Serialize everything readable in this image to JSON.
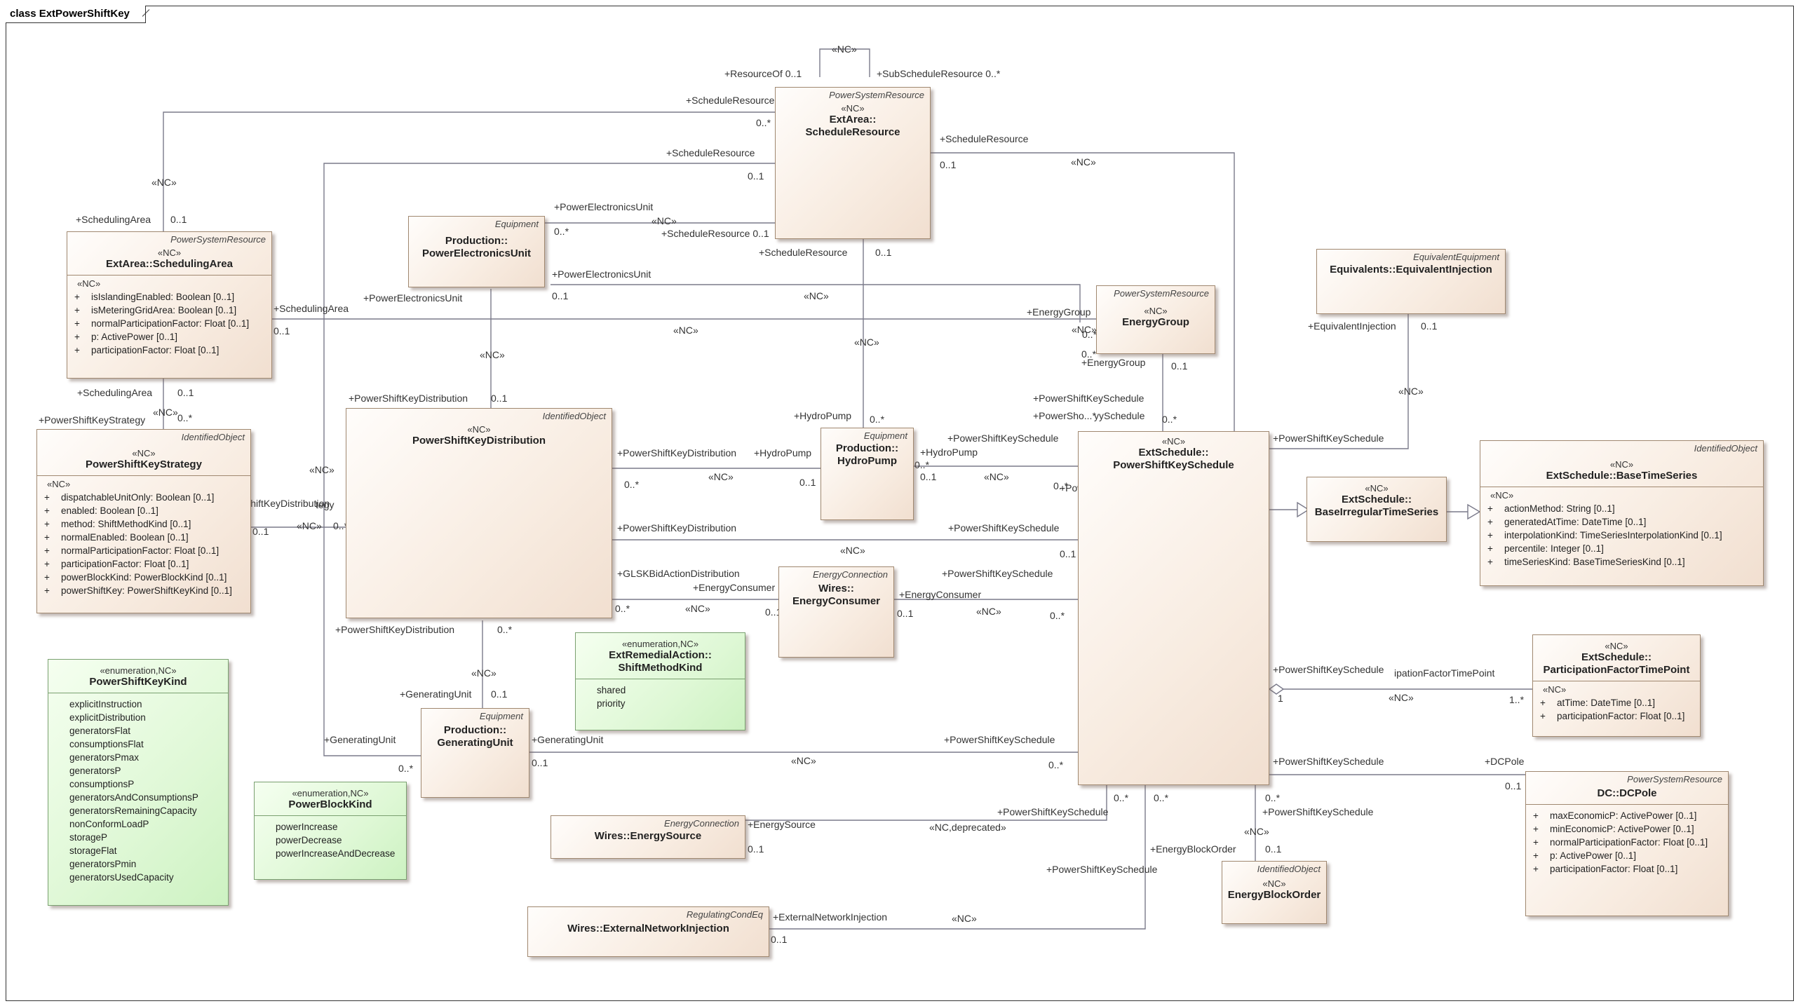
{
  "frame_title": "class ExtPowerShiftKey",
  "classes": {
    "schedule_resource": {
      "stereo_top": "PowerSystemResource",
      "stereo": "«NC»",
      "name1": "ExtArea::",
      "name2": "ScheduleResource"
    },
    "scheduling_area": {
      "stereo_top": "PowerSystemResource",
      "stereo": "«NC»",
      "name1": "ExtArea::SchedulingArea",
      "attr_tag": "«NC»",
      "attributes": [
        "isIslandingEnabled: Boolean [0..1]",
        "isMeteringGridArea: Boolean [0..1]",
        "normalParticipationFactor: Float [0..1]",
        "p: ActivePower [0..1]",
        "participationFactor: Float [0..1]"
      ]
    },
    "power_electronics_unit": {
      "stereo_top": "Equipment",
      "name1": "Production::",
      "name2": "PowerElectronicsUnit"
    },
    "power_shift_key_strategy": {
      "stereo_top": "IdentifiedObject",
      "stereo": "«NC»",
      "name1": "PowerShiftKeyStrategy",
      "attr_tag": "«NC»",
      "attributes": [
        "dispatchableUnitOnly: Boolean [0..1]",
        "enabled: Boolean [0..1]",
        "method: ShiftMethodKind [0..1]",
        "normalEnabled: Boolean [0..1]",
        "normalParticipationFactor: Float [0..1]",
        "participationFactor: Float [0..1]",
        "powerBlockKind: PowerBlockKind [0..1]",
        "powerShiftKey: PowerShiftKeyKind [0..1]"
      ]
    },
    "power_shift_key_distribution": {
      "stereo_top": "IdentifiedObject",
      "stereo": "«NC»",
      "name1": "PowerShiftKeyDistribution"
    },
    "hydro_pump": {
      "stereo_top": "Equipment",
      "name1": "Production::",
      "name2": "HydroPump"
    },
    "energy_group": {
      "stereo_top": "PowerSystemResource",
      "stereo": "«NC»",
      "name1": "EnergyGroup"
    },
    "equivalent_injection": {
      "stereo_top": "EquivalentEquipment",
      "name1": "Equivalents::EquivalentInjection"
    },
    "power_shift_key_schedule": {
      "stereo": "«NC»",
      "name1": "ExtSchedule::",
      "name2": "PowerShiftKeySchedule"
    },
    "base_irregular_time_series": {
      "stereo": "«NC»",
      "name1": "ExtSchedule::",
      "name2": "BaseIrregularTimeSeries"
    },
    "base_time_series": {
      "stereo_top": "IdentifiedObject",
      "stereo": "«NC»",
      "name1": "ExtSchedule::BaseTimeSeries",
      "attr_tag": "«NC»",
      "attributes": [
        "actionMethod: String [0..1]",
        "generatedAtTime: DateTime [0..1]",
        "interpolationKind: TimeSeriesInterpolationKind [0..1]",
        "percentile: Integer [0..1]",
        "timeSeriesKind: BaseTimeSeriesKind [0..1]"
      ]
    },
    "energy_consumer": {
      "stereo_top": "EnergyConnection",
      "name1": "Wires::",
      "name2": "EnergyConsumer"
    },
    "shift_method_kind": {
      "stereo": "«enumeration,NC»",
      "name1": "ExtRemedialAction::",
      "name2": "ShiftMethodKind",
      "literals": [
        "shared",
        "priority"
      ]
    },
    "power_shift_key_kind": {
      "stereo": "«enumeration,NC»",
      "name1": "PowerShiftKeyKind",
      "literals": [
        "explicitInstruction",
        "explicitDistribution",
        "generatorsFlat",
        "consumptionsFlat",
        "generatorsPmax",
        "generatorsP",
        "consumptionsP",
        "generatorsAndConsumptionsP",
        "generatorsRemainingCapacity",
        "nonConformLoadP",
        "storageP",
        "storageFlat",
        "generatorsPmin",
        "generatorsUsedCapacity"
      ]
    },
    "generating_unit": {
      "stereo_top": "Equipment",
      "name1": "Production::",
      "name2": "GeneratingUnit"
    },
    "power_block_kind": {
      "stereo": "«enumeration,NC»",
      "name1": "PowerBlockKind",
      "literals": [
        "powerIncrease",
        "powerDecrease",
        "powerIncreaseAndDecrease"
      ]
    },
    "participation_factor_time_point": {
      "stereo": "«NC»",
      "name1": "ExtSchedule::",
      "name2": "ParticipationFactorTimePoint",
      "attr_tag": "«NC»",
      "attributes": [
        "atTime: DateTime [0..1]",
        "participationFactor: Float [0..1]"
      ]
    },
    "dc_pole": {
      "stereo_top": "PowerSystemResource",
      "name1": "DC::DCPole",
      "attributes": [
        "maxEconomicP: ActivePower [0..1]",
        "minEconomicP: ActivePower [0..1]",
        "normalParticipationFactor: Float [0..1]",
        "p: ActivePower [0..1]",
        "participationFactor: Float [0..1]"
      ]
    },
    "energy_source": {
      "stereo_top": "EnergyConnection",
      "name1": "Wires::EnergySource"
    },
    "external_network_injection": {
      "stereo_top": "RegulatingCondEq",
      "name1": "Wires::ExternalNetworkInjection"
    },
    "energy_block_order": {
      "stereo_top": "IdentifiedObject",
      "stereo": "«NC»",
      "name1": "EnergyBlockOrder"
    }
  },
  "attr_visibility": "+",
  "connector_labels": [
    "«NC»",
    "+ResourceOf 0..1",
    "+SubScheduleResource 0..*",
    "+ScheduleResource",
    "0..*",
    "«NC»",
    "+SchedulingArea",
    "0..1",
    "+ScheduleResource",
    "0..1",
    "+ScheduleResource",
    "0..1",
    "«NC»",
    "+PowerElectronicsUnit",
    "«NC»",
    "0..*",
    "+ScheduleResource 0..1",
    "+ScheduleResource",
    "0..1",
    "+PowerElectronicsUnit",
    "0..1",
    "«NC»",
    "+PowerElectronicsUnit",
    "+SchedulingArea",
    "0..1",
    "0..*",
    "«NC»",
    "+EnergyGroup",
    "0..*",
    "«NC»",
    "«NC»",
    "+EnergyGroup",
    "0..1",
    "+EquivalentInjection",
    "0..1",
    "«NC»",
    "+SchedulingArea",
    "0..1",
    "«NC»",
    "0..*",
    "+PowerShiftKeyStrategy",
    "+PowerShiftKeyDistribution",
    "0..1",
    "«NC»",
    "+PowerShiftKeySchedule",
    "+PowerSho...*",
    "yySchedule",
    "0..*",
    "+HydroPump",
    "0..*",
    "+PowerShiftKeySchedule",
    "+HydroPump",
    "0..*",
    "+PowerShiftKeySchedule",
    "+PowerShiftKeySchedule",
    "+PowerShiftKeyDistribution",
    "+HydroPump",
    "0..*",
    "«NC»",
    "0..1",
    "0..1",
    "«NC»",
    "0..*",
    "«NC»",
    "+PowerShiftKeyDistribution",
    "tegy",
    "0..1",
    "«NC»",
    "0..*",
    "+PowerShiftKeyDistribution",
    "+PowerShiftKeySchedule",
    "«NC»",
    "0..1",
    "+GLSKBidActionDistribution",
    "+PowerShiftKeySchedule",
    "+EnergyConsumer",
    "+EnergyConsumer",
    "0..*",
    "«NC»",
    "0..1",
    "0..1",
    "«NC»",
    "0..*",
    "+PowerShiftKeyDistribution",
    "0..*",
    "«NC»",
    "+GeneratingUnit",
    "0..1",
    "+PowerShiftKeySchedule",
    "ipationFactorTimePoint",
    "1",
    "«NC»",
    "1..*",
    "+GeneratingUnit",
    "+GeneratingUnit",
    "+PowerShiftKeySchedule",
    "0..*",
    "0..1",
    "«NC»",
    "0..*",
    "+PowerShiftKeySchedule",
    "+DCPole",
    "0..1",
    "0..*",
    "0..*",
    "0..*",
    "+PowerShiftKeySchedule",
    "+PowerShiftKeySchedule",
    "«NC»",
    "+EnergySource",
    "«NC,deprecated»",
    "0..1",
    "+EnergyBlockOrder",
    "0..1",
    "+PowerShiftKeySchedule",
    "+ExternalNetworkInjection",
    "«NC»",
    "0..1"
  ]
}
